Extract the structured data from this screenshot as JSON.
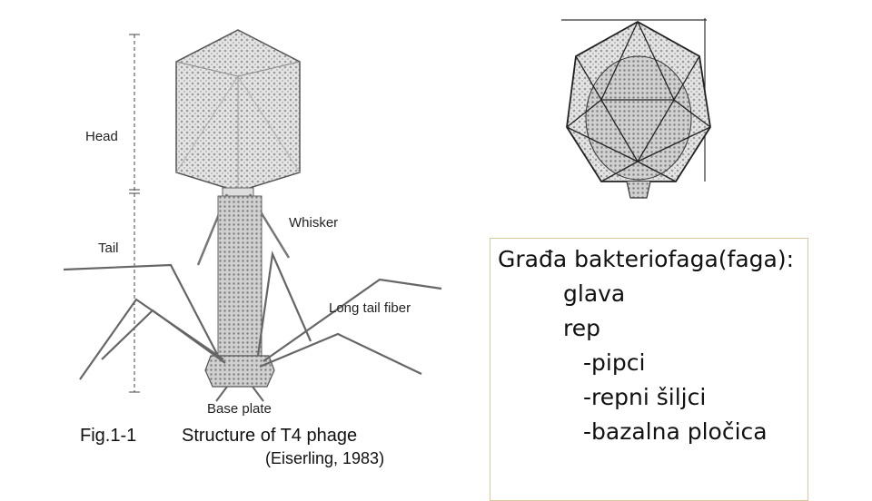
{
  "diagram": {
    "labels": {
      "head": "Head",
      "tail": "Tail",
      "whisker": "Whisker",
      "long_tail_fiber": "Long tail fiber",
      "base_plate": "Base plate"
    },
    "caption": {
      "figure": "Fig.1-1",
      "title": "Structure of T4 phage",
      "source": "(Eiserling, 1983)"
    }
  },
  "textbox": {
    "heading": "Građa bakteriofaga(faga):",
    "items": [
      "glava",
      "rep"
    ],
    "sub_items": [
      "-pipci",
      "-repni šiljci",
      "-bazalna pločica"
    ]
  },
  "colors": {
    "textbox_border": "#d9c89a",
    "drawing_ink": "#555555"
  }
}
